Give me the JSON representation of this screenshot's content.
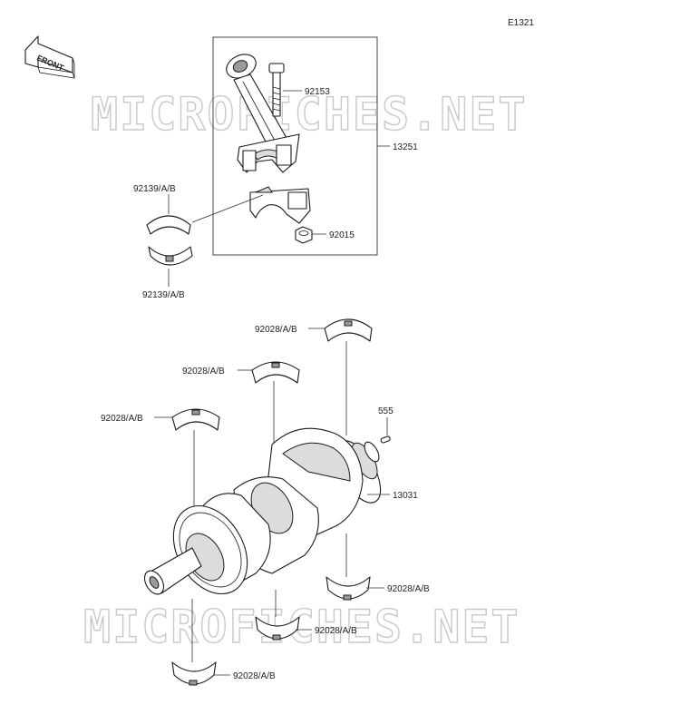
{
  "diagram_code": "E1321",
  "front_label": "FRONT",
  "watermark": "MICROFICHES.NET",
  "callouts": {
    "bolt": "92153",
    "conrod_assembly": "13251",
    "conrod_bearing_upper": "92139/A/B",
    "conrod_bearing_lower": "92139/A/B",
    "nut": "92015",
    "main_bearing_top_right": "92028/A/B",
    "main_bearing_top_middle": "92028/A/B",
    "main_bearing_top_left": "92028/A/B",
    "pin": "555",
    "crankshaft": "13031",
    "main_bearing_bottom_right": "92028/A/B",
    "main_bearing_bottom_middle": "92028/A/B",
    "main_bearing_bottom_left": "92028/A/B"
  }
}
